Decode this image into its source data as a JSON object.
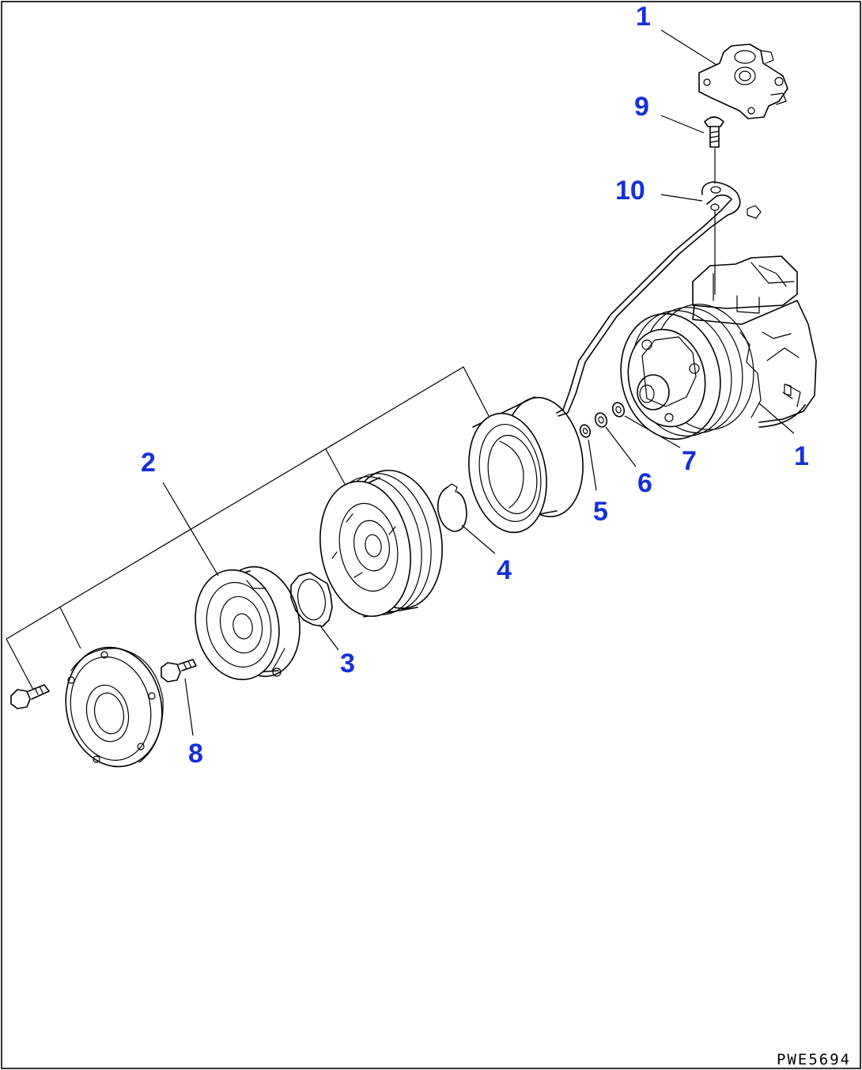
{
  "callouts": [
    {
      "id": "c1-top",
      "text": "1"
    },
    {
      "id": "c9",
      "text": "9"
    },
    {
      "id": "c10",
      "text": "10"
    },
    {
      "id": "c1-right",
      "text": "1"
    },
    {
      "id": "c7",
      "text": "7"
    },
    {
      "id": "c6",
      "text": "6"
    },
    {
      "id": "c5",
      "text": "5"
    },
    {
      "id": "c4",
      "text": "4"
    },
    {
      "id": "c2",
      "text": "2"
    },
    {
      "id": "c3",
      "text": "3"
    },
    {
      "id": "c8",
      "text": "8"
    }
  ],
  "drawing_code": "PWE5694",
  "colors": {
    "callout": "#1530d8",
    "line": "#000000",
    "background": "#ffffff"
  }
}
